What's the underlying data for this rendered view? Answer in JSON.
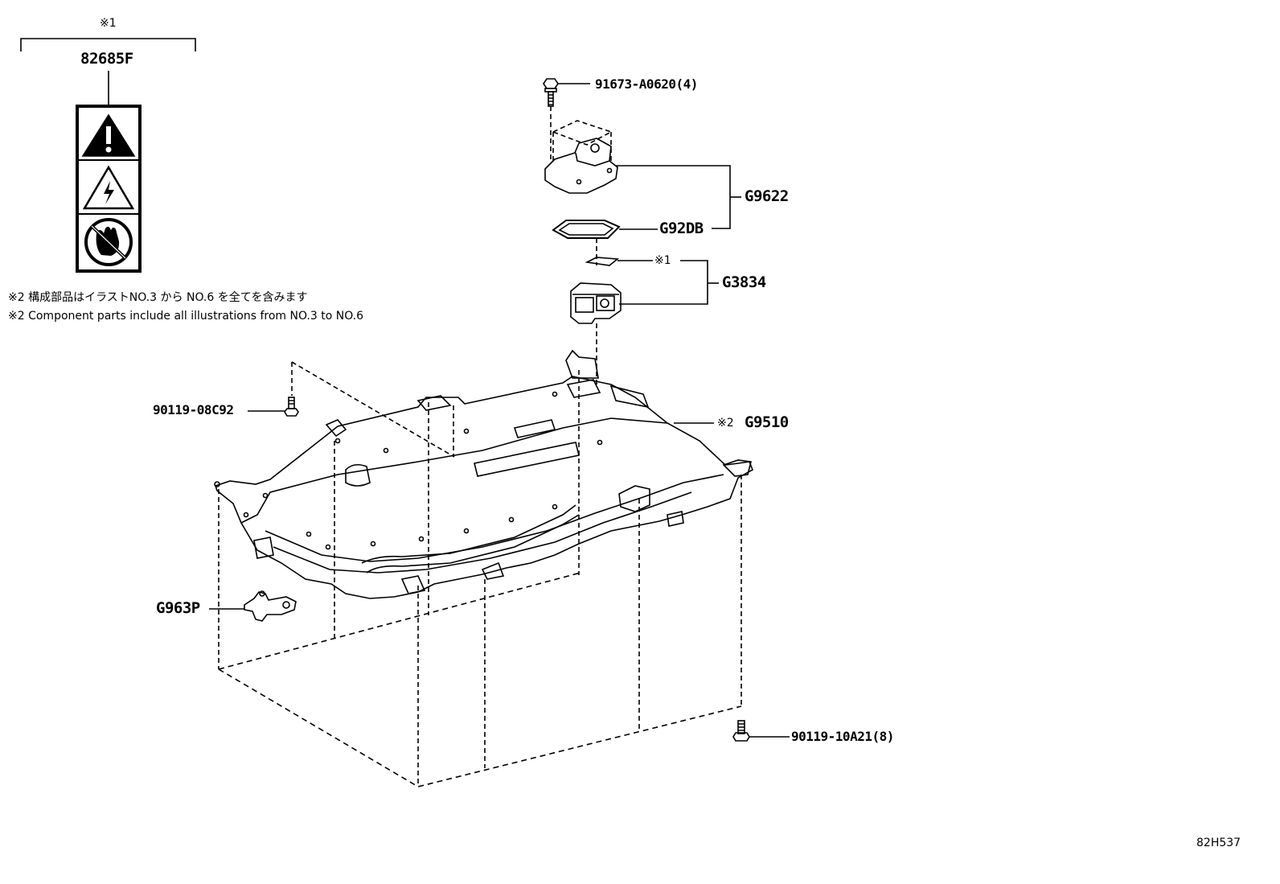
{
  "header": {
    "mark": "※1",
    "part": "82685F"
  },
  "notes": {
    "ja": "※2 構成部品はイラストNO.3 から NO.6 を全てを含みます",
    "en": "※2 Component parts include all illustrations from NO.3 to NO.6"
  },
  "parts": {
    "bolt_top": "91673-A0620(4)",
    "cover_assy": "G9622",
    "gasket": "G92DB",
    "mark_g3834": "※1",
    "connector": "G3834",
    "bolt_left": "90119-08C92",
    "battery_mark": "※2",
    "battery": "G9510",
    "sensor": "G963P",
    "bolt_bottom": "90119-10A21(8)"
  },
  "diagram_ref": "82H537",
  "icons": [
    "warning-triangle-icon",
    "high-voltage-icon",
    "no-touch-icon"
  ]
}
